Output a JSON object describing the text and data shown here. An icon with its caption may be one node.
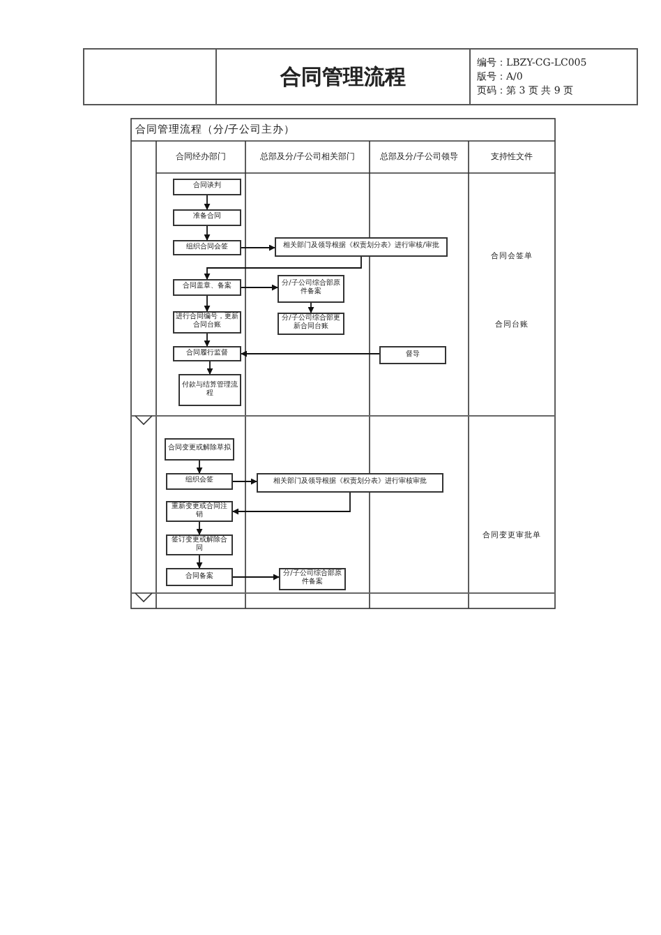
{
  "diagram": {
    "title": "合同管理流程",
    "nodes": [
      {
        "text": [
          "合同谈判"
        ]
      },
      {
        "text": [
          "准备合同"
        ]
      },
      {
        "text": [
          "组织合同会签"
        ]
      },
      {
        "text": [
          "相关部门及领导根据《权责划分表》进行审核/审批"
        ]
      },
      {
        "text": [
          "合同盖章、备案"
        ]
      },
      {
        "text": [
          "分/子公司综合部原件备案"
        ]
      },
      {
        "text": [
          "进行合同编号，更新合同台账"
        ]
      },
      {
        "text": [
          "分/子公司综合部更新合同台账"
        ]
      },
      {
        "text": [
          "合同履行监督"
        ]
      },
      {
        "text": [
          "督导"
        ]
      },
      {
        "text": [
          "付款与结算管理流程"
        ]
      },
      {
        "text": [
          "合同变更或解除草拟"
        ]
      },
      {
        "text": [
          "组织会签"
        ]
      },
      {
        "text": [
          "相关部门及领导根据《权责划分表》进行审核审批"
        ]
      },
      {
        "text": [
          "重新变更或合同注销"
        ]
      },
      {
        "text": [
          "签订变更或解除合同"
        ]
      },
      {
        "text": [
          "合同备案"
        ]
      },
      {
        "text": [
          "分/子公司综合部原件备案"
        ]
      }
    ],
    "edges": [
      {
        "from": 0,
        "to": 1,
        "arrow": "to"
      },
      {
        "from": 1,
        "to": 2,
        "arrow": "to"
      },
      {
        "from": 2,
        "to": 3,
        "arrow": "to"
      },
      {
        "from": 3,
        "to": 4,
        "arrow": "to"
      },
      {
        "from": 4,
        "to": 5,
        "arrow": "to"
      },
      {
        "from": 4,
        "to": 6,
        "arrow": "to"
      },
      {
        "from": 5,
        "to": 7,
        "arrow": "to"
      },
      {
        "from": 6,
        "to": 8,
        "arrow": "to"
      },
      {
        "from": 9,
        "to": 8,
        "arrow": "to"
      },
      {
        "from": 8,
        "to": 10,
        "arrow": "to"
      },
      {
        "from": 11,
        "to": 12,
        "arrow": "to"
      },
      {
        "from": 12,
        "to": 13,
        "arrow": "to"
      },
      {
        "from": 13,
        "to": 14,
        "arrow": "to"
      },
      {
        "from": 14,
        "to": 15,
        "arrow": "to"
      },
      {
        "from": 15,
        "to": 16,
        "arrow": "to"
      },
      {
        "from": 16,
        "to": 17,
        "arrow": "to"
      }
    ],
    "labels": [
      "编号：LBZY-CG-LC005",
      "版号：A/0",
      "页码：第 3 页 共 9 页",
      "合同管理流程（分/子公司主办）",
      "合同经办部门",
      "总部及分/子公司相关部门",
      "总部及分/子公司领导",
      "支持性文件",
      "合同会签单",
      "合同台账",
      "合同变更审批单"
    ]
  }
}
